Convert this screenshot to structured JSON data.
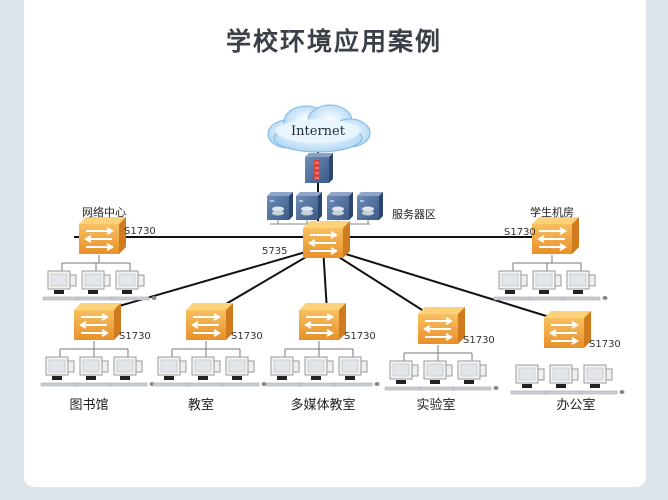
{
  "title": "学校环境应用案例",
  "internet": {
    "label": "Internet"
  },
  "firewall": {
    "name": "firewall"
  },
  "server_zone": {
    "label": "服务器区",
    "server_count": 4
  },
  "core_switch": {
    "model": "5735"
  },
  "colors": {
    "switch_orange": "#f0a030",
    "server_blue": "#4a6a96",
    "cloud_blue": "#bfe0f8",
    "line": "#111111"
  },
  "top_nodes": [
    {
      "id": "network-center",
      "label": "网络中心",
      "model": "S1730",
      "pcs": 3
    },
    {
      "id": "student-lab",
      "label": "学生机房",
      "model": "S1730",
      "pcs": 3
    }
  ],
  "bottom_nodes": [
    {
      "id": "library",
      "label": "图书馆",
      "model": "S1730",
      "pcs": 3
    },
    {
      "id": "classroom",
      "label": "教室",
      "model": "S1730",
      "pcs": 3
    },
    {
      "id": "multimedia-classroom",
      "label": "多媒体教室",
      "model": "S1730",
      "pcs": 3
    },
    {
      "id": "laboratory",
      "label": "实验室",
      "model": "S1730",
      "pcs": 3
    },
    {
      "id": "office",
      "label": "办公室",
      "model": "S1730",
      "pcs": 3
    }
  ]
}
